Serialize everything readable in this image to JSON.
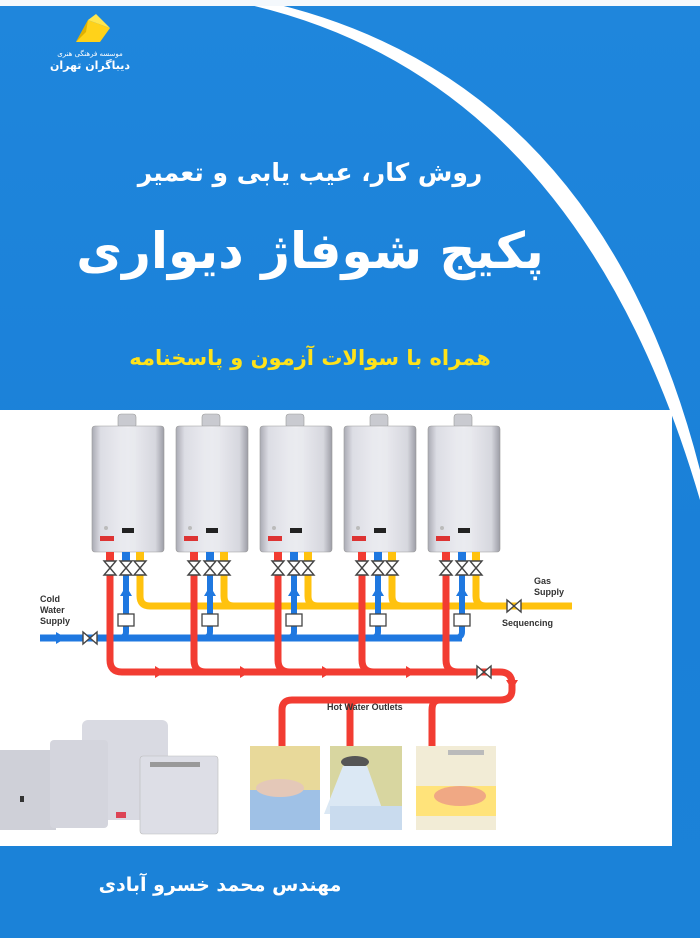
{
  "publisher": {
    "small_line": "موسسه فرهنگی هنری",
    "name": "دیباگران تهران",
    "logo_icon": "publisher-logo-icon",
    "logo_color": "#ffd21a"
  },
  "cover": {
    "subtitle": "روش کار، عیب یابی و تعمیر",
    "title": "پکیج شوفاژ دیواری",
    "tagline": "همراه با سوالات آزمون و پاسخنامه",
    "author": "مهندس محمد خسرو آبادی",
    "background_color": "#1a80d8",
    "title_color": "#ffffff",
    "tagline_color": "#ffe21a"
  },
  "diagram": {
    "labels": {
      "cold_water": [
        "Cold",
        "Water",
        "Supply"
      ],
      "gas": [
        "Gas",
        "Supply"
      ],
      "sequencing": "Sequencing",
      "hot_water_outlets": "Hot Water Outlets"
    },
    "heater_count": 5,
    "pipe_colors": {
      "hot": "#f23c32",
      "cold": "#1f78e0",
      "gas": "#ffc20e"
    },
    "outlet_photos": [
      "dishwashing",
      "shower-head",
      "hand-washing"
    ]
  }
}
